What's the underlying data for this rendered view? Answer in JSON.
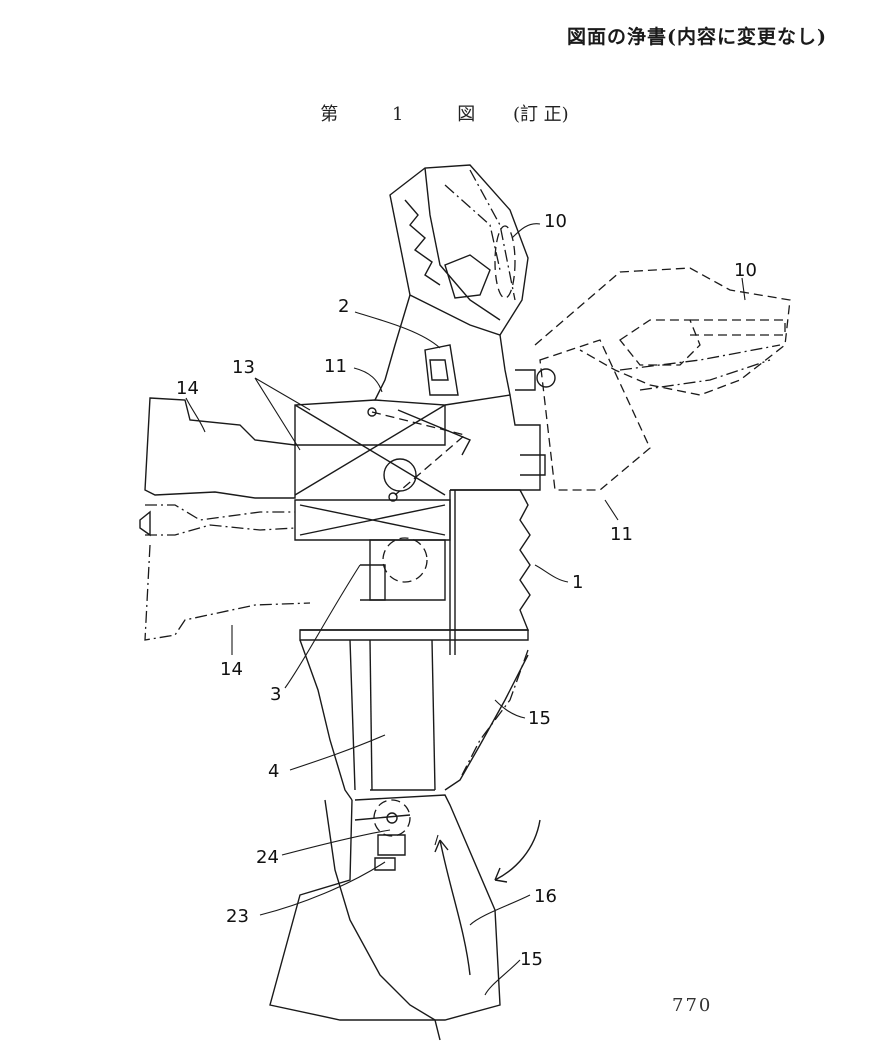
{
  "header": {
    "note": "図面の浄書(内容に変更なし)"
  },
  "figure": {
    "title_word": "第",
    "title_number": "1",
    "title_fig": "図",
    "title_correction": "(訂 正)"
  },
  "labels": {
    "l10_top": "10",
    "l10_right": "10",
    "l2": "2",
    "l11_left": "11",
    "l11_right": "11",
    "l13": "13",
    "l14_top": "14",
    "l14_bottom": "14",
    "l1": "1",
    "l3": "3",
    "l15_mid": "15",
    "l15_bottom": "15",
    "l4": "4",
    "l24": "24",
    "l23": "23",
    "l16": "16"
  },
  "page_number": "770"
}
